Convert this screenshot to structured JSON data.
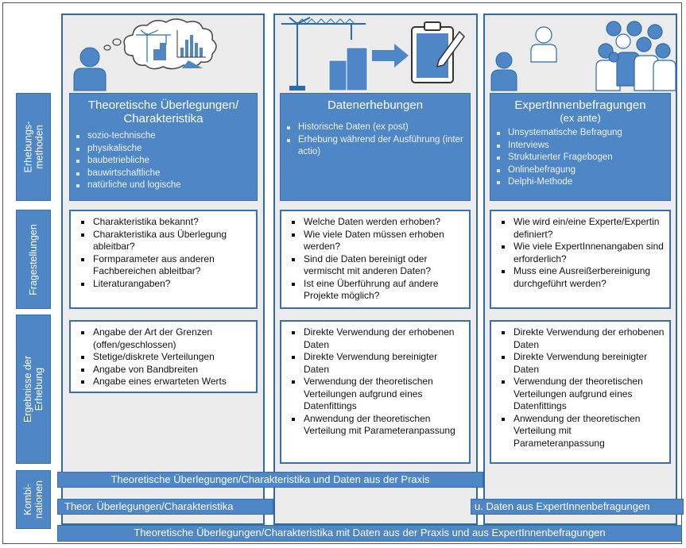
{
  "columns": {
    "col1": {
      "header": "Theoretische Überlegungen/\nCharakteristika",
      "methods": [
        "sozio-technische",
        "physikalische",
        "baubetriebliche",
        "bauwirtschaftliche",
        "natürliche und logische"
      ],
      "questions": [
        "Charakteristika bekannt?",
        "Charakteristika aus Überlegung ableitbar?",
        "Formparameter aus anderen Fachbereichen ableitbar?",
        "Literaturangaben?"
      ],
      "results": [
        "Angabe der Art der Grenzen (offen/geschlossen)",
        "Stetige/diskrete Verteilungen",
        "Angabe von Bandbreiten",
        "Angabe eines erwarteten Werts"
      ]
    },
    "col2": {
      "header": "Datenerhebungen",
      "methods": [
        "Historische Daten (ex post)",
        "Erhebung während der Ausführung (inter actio)"
      ],
      "questions": [
        "Welche Daten werden erhoben?",
        "Wie viele Daten müssen erhoben werden?",
        "Sind die Daten bereinigt oder vermischt mit anderen Daten?",
        "Ist eine Überführung auf andere Projekte möglich?"
      ],
      "results": [
        "Direkte Verwendung der erhobenen Daten",
        "Direkte Verwendung bereinigter Daten",
        "Verwendung der theoretischen Verteilungen aufgrund eines Datenfittings",
        "Anwendung der theoretischen Verteilung mit Parameteranpassung"
      ]
    },
    "col3": {
      "header": "ExpertInnenbefragungen",
      "subheader": "(ex ante)",
      "methods": [
        "Unsystematische Befragung",
        "Interviews",
        "Strukturierter Fragebogen",
        "Onlinebefragung",
        "Delphi-Methode"
      ],
      "questions": [
        "Wie wird ein/eine Experte/Expertin definiert?",
        "Wie viele ExpertInnenangaben sind erforderlich?",
        "Muss eine Ausreißerbereinigung durchgeführt werden?"
      ],
      "results": [
        "Direkte Verwendung der erhobenen Daten",
        "Direkte Verwendung bereinigter Daten",
        "Verwendung der theoretischen Verteilungen aufgrund eines Datenfittings",
        "Anwendung der theoretischen Verteilung mit Parameteranpassung"
      ]
    }
  },
  "row_labels": {
    "methods": "Erhebungs-\nmethoden",
    "questions": "Fragestellungen",
    "results": "Ergebnisse der\nErhebung",
    "combinations": "Kombi-\nnationen"
  },
  "combinations": {
    "bar1": "Theoretische Überlegungen/Charakteristika und Daten aus der Praxis",
    "bar2_left": "Theor. Überlegungen/Charakteristika",
    "bar2_right": "u. Daten aus ExpertInnenbefragungen",
    "bar3": "Theoretische Überlegungen/Charakteristika mit Daten aus der Praxis und aus ExpertInnenbefragungen"
  },
  "colors": {
    "primary": "#4f86c6",
    "border": "#2e6aa7",
    "column_bg": "#ececec",
    "icon_fill": "#4f86c6"
  },
  "icons": [
    "person-thinking-icon",
    "crane-icon",
    "arrow-right-icon",
    "clipboard-icon",
    "experts-group-icon"
  ]
}
